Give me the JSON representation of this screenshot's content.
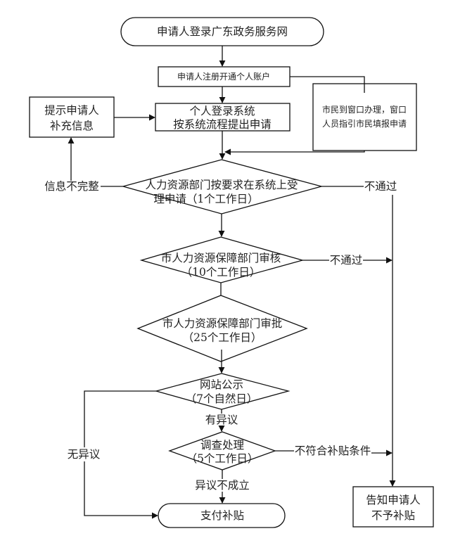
{
  "title": "申请补贴办理流程图",
  "nodes": {
    "start": {
      "text": "申请人登录广东政务服务网"
    },
    "register": {
      "text": "申请人注册开通个人账户"
    },
    "window": {
      "lines": [
        "市民到窗口办理，窗口",
        "人员指引市民填报申请"
      ]
    },
    "supplement": {
      "lines": [
        "提示申请人",
        "补充信息"
      ]
    },
    "apply": {
      "lines": [
        "个人登录系统",
        "按系统流程提出申请"
      ]
    },
    "accept": {
      "lines": [
        "人力资源部门按要求在系统上受",
        "理申请（1个工作日）"
      ]
    },
    "review": {
      "lines": [
        "市人力资源保障部门审核",
        "（10个工作日）"
      ]
    },
    "approve": {
      "lines": [
        "市人力资源保障部门审批",
        "（25个工作日）"
      ]
    },
    "publicity": {
      "lines": [
        "网站公示",
        "（7个自然日）"
      ]
    },
    "investigate": {
      "lines": [
        "调查处理",
        "（5个工作日）"
      ]
    },
    "pay": {
      "text": "支付补贴"
    },
    "reject": {
      "lines": [
        "告知申请人",
        "不予补贴"
      ]
    }
  },
  "edge_labels": {
    "incomplete": "信息不完整",
    "fail_accept": "不通过",
    "fail_review": "不通过",
    "objection": "有异议",
    "no_objection": "无异议",
    "objection_invalid": "异议不成立",
    "not_eligible": "不符合补贴条件"
  }
}
